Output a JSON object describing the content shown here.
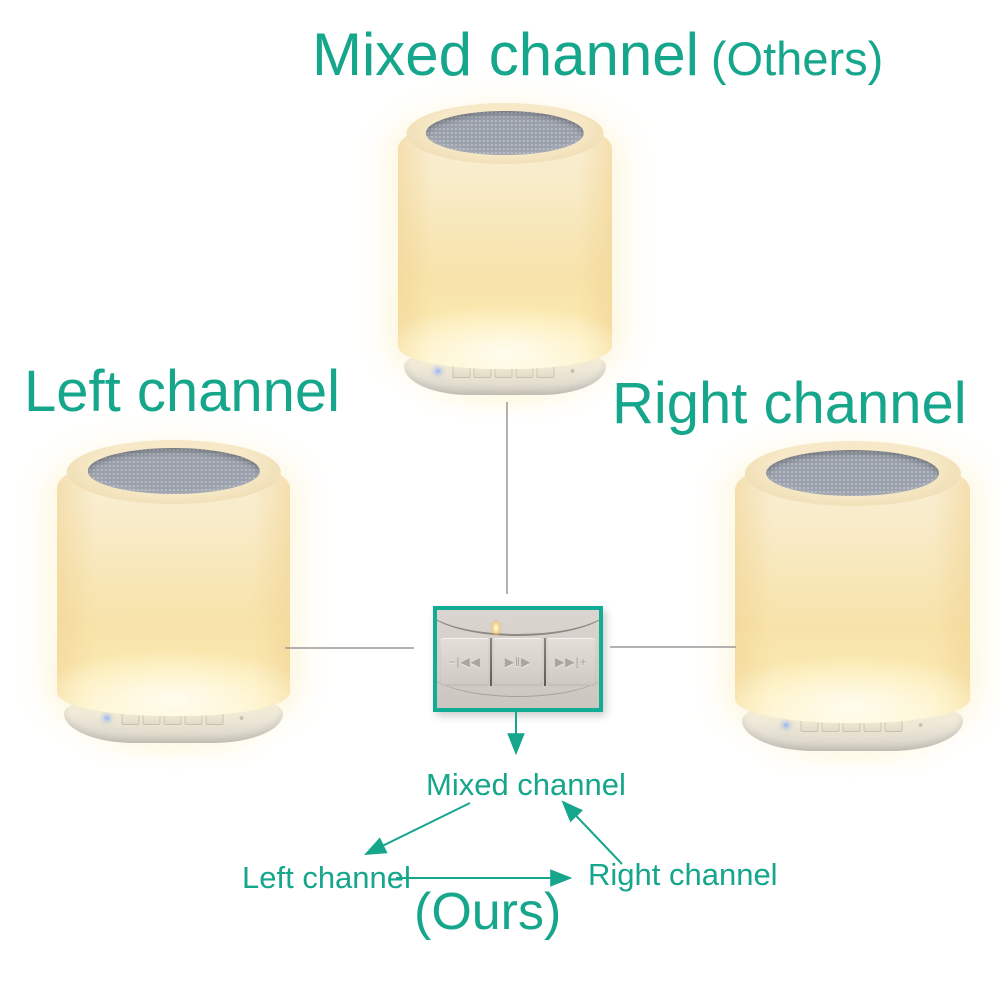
{
  "headings": {
    "mixed_main": "Mixed channel",
    "mixed_suffix": "(Others)",
    "left": "Left channel",
    "right": "Right channel"
  },
  "diagram": {
    "mixed_label": "Mixed channel",
    "left_label": "Left channel",
    "right_label": "Right channel",
    "ours_label": "(Ours)"
  },
  "control_panel": {
    "button_glyphs": [
      "−|◀◀",
      "▶‖▶",
      "▶▶|+"
    ]
  },
  "colors": {
    "accent_teal": "#16A68C",
    "panel_border_teal": "#12AB93",
    "connector_gray": "#9A9A9A",
    "lamp_glow_warm": "#F8E7B0",
    "grille_gray": "#9AA0AB",
    "led_blue": "#86ABFF"
  }
}
